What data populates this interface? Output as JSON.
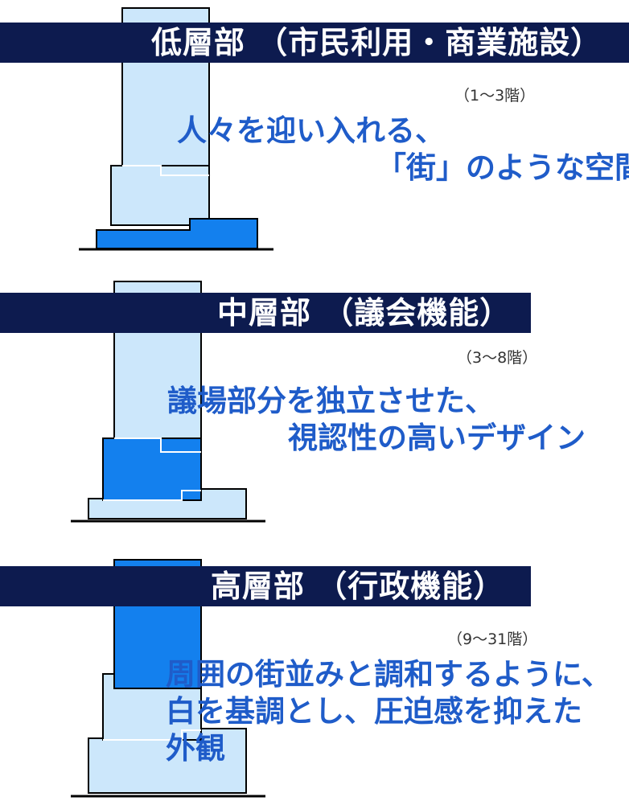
{
  "colors": {
    "header_bg": "#0d1b4f",
    "light_blue": "#cce7fb",
    "highlight_blue": "#1380ee",
    "text_blue": "#1f5cc9"
  },
  "sections": [
    {
      "title": "低層部 （市民利用・商業施設）",
      "floors": "（1～3階）",
      "lines": [
        "人々を迎い入れる、",
        "「街」のような空間"
      ],
      "highlighted_part": "low"
    },
    {
      "title": "中層部 （議会機能）",
      "floors": "（3～8階）",
      "lines": [
        "議場部分を独立させた、",
        "視認性の高いデザイン"
      ],
      "highlighted_part": "middle"
    },
    {
      "title": "高層部 （行政機能）",
      "floors": "（9～31階）",
      "lines": [
        "周囲の街並みと調和するように、",
        "白を基調とし、圧迫感を抑えた",
        "外観"
      ],
      "highlighted_part": "tower"
    }
  ]
}
